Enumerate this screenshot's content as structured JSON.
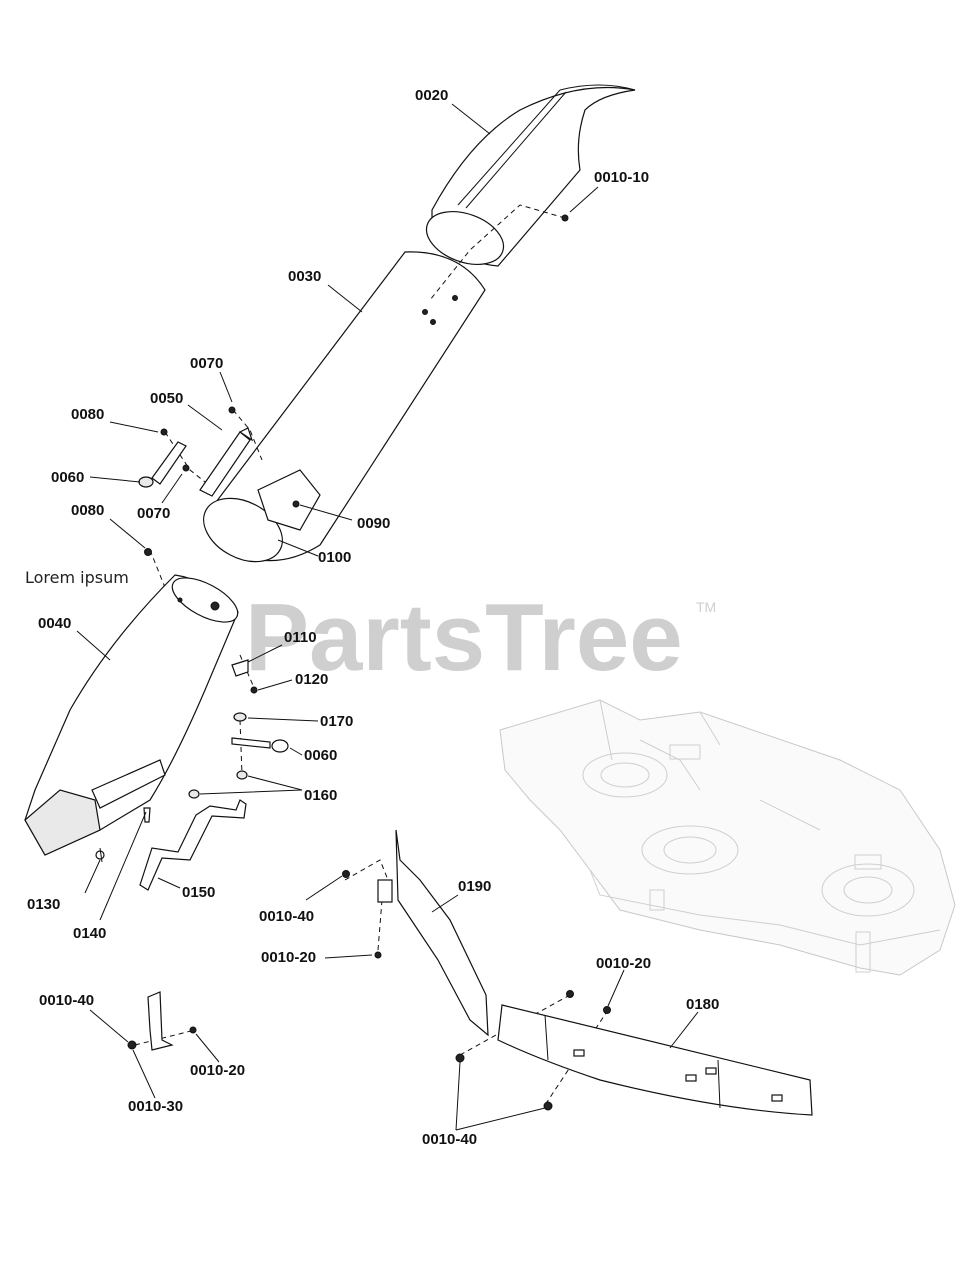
{
  "caption": "Lorem ipsum",
  "watermark": {
    "text": "PartsTree",
    "tm": "TM"
  },
  "labels": {
    "p0020": "0020",
    "p0010_10": "0010-10",
    "p0030": "0030",
    "p0070a": "0070",
    "p0050": "0050",
    "p0080a": "0080",
    "p0060a": "0060",
    "p0070b": "0070",
    "p0090": "0090",
    "p0100": "0100",
    "p0080b": "0080",
    "p0040": "0040",
    "p0110": "0110",
    "p0120": "0120",
    "p0170": "0170",
    "p0060b": "0060",
    "p0160": "0160",
    "p0150": "0150",
    "p0130": "0130",
    "p0140": "0140",
    "p0190": "0190",
    "p0010_40a": "0010-40",
    "p0010_20a": "0010-20",
    "p0010_20b": "0010-20",
    "p0180": "0180",
    "p0010_40b": "0010-40",
    "p0010_40c": "0010-40",
    "p0010_20c": "0010-20",
    "p0010_30": "0010-30"
  }
}
